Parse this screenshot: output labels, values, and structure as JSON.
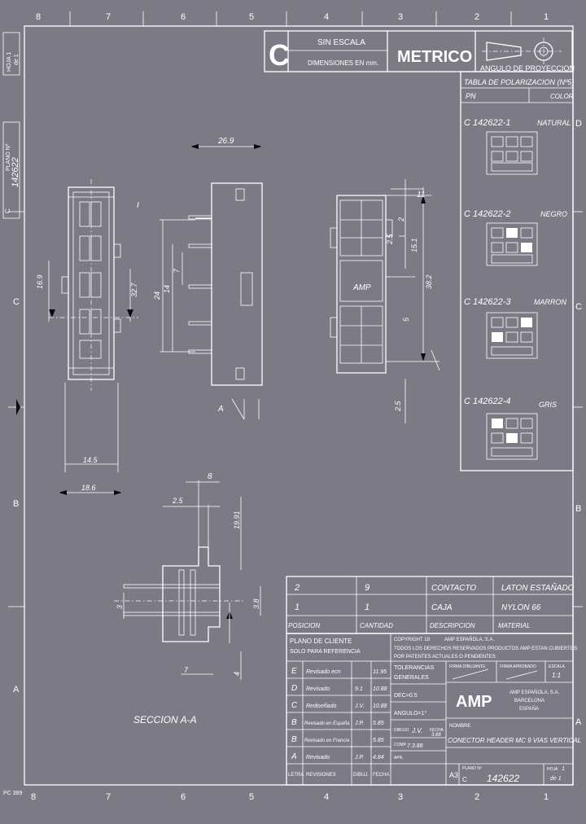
{
  "header": {
    "size_letter": "C",
    "scale": "SIN ESCALA",
    "dimensions": "DIMENSIONES EN mm.",
    "system": "METRICO",
    "projection": "ANGULO DE PROYECCION"
  },
  "side_labels": {
    "hoja": "HOJA 1",
    "de": "de 1",
    "plano": "PLANO Nº",
    "plano_no": "142622",
    "c": "C"
  },
  "grid": {
    "columns": [
      "8",
      "7",
      "6",
      "5",
      "4",
      "3",
      "2",
      "1"
    ],
    "rows": [
      "D",
      "C",
      "B",
      "A"
    ]
  },
  "polarization_table": {
    "title": "TABLA DE POLARIZACION (Nº5)",
    "col_pn": "PN",
    "col_color": "COLOR",
    "rows": [
      {
        "pn": "C 142622-1",
        "color": "NATURAL"
      },
      {
        "pn": "C 142622-2",
        "color": "NEGRO"
      },
      {
        "pn": "C 142622-3",
        "color": "MARRON"
      },
      {
        "pn": "C 142622-4",
        "color": "GRIS"
      }
    ]
  },
  "dims": {
    "d26": "26.9",
    "d16": "16.9",
    "d32": "32.7",
    "d24": "24",
    "d14": "14",
    "d7": "7",
    "d11": "11",
    "d2": "2",
    "d5": "5",
    "d151": "15.1",
    "d38": "38.2",
    "d25": "2.5",
    "d145": "14.5",
    "d186": "18.6",
    "d8": "8",
    "d25b": "2.5",
    "d1991": "19.91",
    "d3": "3",
    "d38b": "3.8",
    "d4": "4",
    "d7b": "7",
    "amp_mark": "AMP",
    "section_mark": "A",
    "i_mark": "I",
    "section": "SECCION A-A"
  },
  "bom": {
    "rows": [
      {
        "item": "2",
        "qty": "9",
        "desc": "CONTACTO",
        "material": "LATON ESTAÑADO"
      },
      {
        "item": "1",
        "qty": "1",
        "desc": "CAJA",
        "material": "NYLON 66"
      }
    ],
    "headers": {
      "item": "POSICION",
      "qty": "CANTIDAD",
      "desc": "DESCRIPCION",
      "material": "MATERIAL"
    }
  },
  "client_plan": {
    "title": "PLANO DE CLIENTE",
    "subtitle": "SOLO PARA REFERENCIA"
  },
  "copyright": {
    "line1": "COPYRIGHT 19",
    "company": "AMP ESPAÑOLA, S.A.",
    "line2": "TODOS LOS DERECHOS RESERVADOS PRODUCTOS AMP ESTAN CUBIERTOS",
    "line3": "POR PATENTES ACTUALES O PENDIENTES"
  },
  "revisions": [
    {
      "letra": "E",
      "text": "Revisado ecn",
      "inicial": "",
      "fecha": "11.95"
    },
    {
      "letra": "D",
      "text": "Revisado",
      "inicial": "9.1",
      "fecha": "10.88"
    },
    {
      "letra": "C",
      "text": "Rediseñado",
      "inicial": "J.V.",
      "fecha": "10.88"
    },
    {
      "letra": "B",
      "text": "Revisado en España",
      "inicial": "J.P.",
      "fecha": "5.85"
    },
    {
      "letra": "B",
      "text": "Revisado en Francia",
      "inicial": "",
      "fecha": "5.85"
    },
    {
      "letra": "A",
      "text": "Revisado",
      "inicial": "J.P.",
      "fecha": "4.84"
    }
  ],
  "rev_headers": {
    "letra": "LETRA",
    "rev": "REVISIONES",
    "dibuj": "DIBUJ.",
    "fecha": "FECHA"
  },
  "tolerances": {
    "title": "TOLERANCIAS",
    "sub": "GENERALES",
    "dec": "DEC=0.5",
    "ang": "ANGULO=1°"
  },
  "title_block": {
    "sign1": "FIRMA DIBUJANTE",
    "sign2": "FIRMA APROBADO",
    "escala": "ESCALA",
    "escala_val": "1:1",
    "dibujo": "DIBUJO",
    "dibujo_sig": "J.V.",
    "fecha_label": "FECHA",
    "fecha": "3.88",
    "comp": "COMP.",
    "comp_val": "7.3.88",
    "apr": "APR.",
    "company": "AMP",
    "address1": "AMP ESPAÑOLA, S.A.",
    "address2": "BARCELONA",
    "address3": "ESPAÑA",
    "nombre_label": "NOMBRE",
    "nombre": "CONECTOR HEADER MC 9 VIAS VERTICAL",
    "size": "A3",
    "size_letter": "C",
    "plano_label": "PLANO Nº",
    "plano_no": "142622",
    "hoja_label": "HOJA",
    "hoja": "1",
    "de": "de 1"
  },
  "footer_code": "PC 389"
}
